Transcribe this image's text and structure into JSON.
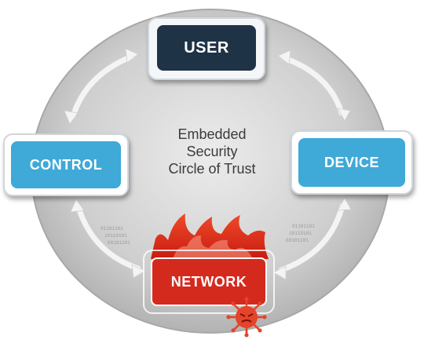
{
  "diagram": {
    "center_label": [
      "Embedded",
      "Security",
      "Circle of Trust"
    ],
    "nodes": {
      "user": "USER",
      "control": "CONTROL",
      "device": "DEVICE",
      "network": "NETWORK"
    },
    "binary_left": [
      "01101101",
      "10110101",
      "00101101"
    ],
    "binary_right": [
      "01101101",
      "10110101",
      "00101101"
    ],
    "colors": {
      "circle": "#c9c9c9",
      "user": "#1f3347",
      "control": "#3fa9d8",
      "device": "#3fa9d8",
      "network": "#d42a1e",
      "flame": "#e8301f",
      "virus": "#e4442a",
      "arrow": "#f2f2f2"
    },
    "icons": [
      "flame-icon",
      "virus-icon"
    ]
  }
}
